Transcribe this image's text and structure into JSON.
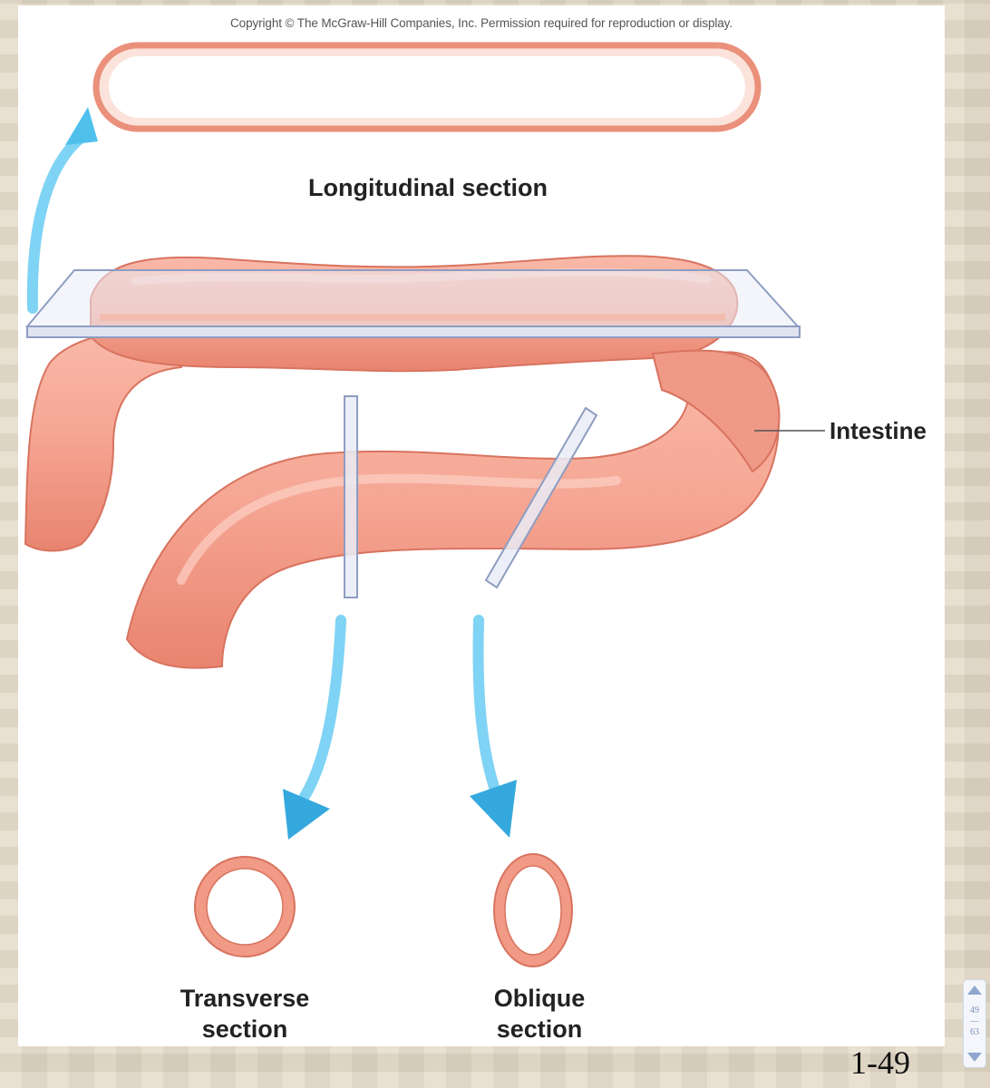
{
  "copyright": "Copyright © The McGraw-Hill Companies, Inc. Permission required for reproduction or display.",
  "labels": {
    "longitudinal": "Longitudinal section",
    "intestine": "Intestine",
    "transverse_line1": "Transverse",
    "transverse_line2": "section",
    "oblique_line1": "Oblique",
    "oblique_line2": "section"
  },
  "slide_number": "1-49",
  "pager": {
    "current": "49",
    "separator": "—",
    "total": "63"
  },
  "colors": {
    "tissue": "#f4a08e",
    "tissue_dark": "#e0806c",
    "tissue_light": "#fbc3b5",
    "section_ring": "#f19a85",
    "plane_fill": "#e9ecf6",
    "plane_stroke": "#8f9dc2",
    "arrow": "#3fb8e8"
  }
}
